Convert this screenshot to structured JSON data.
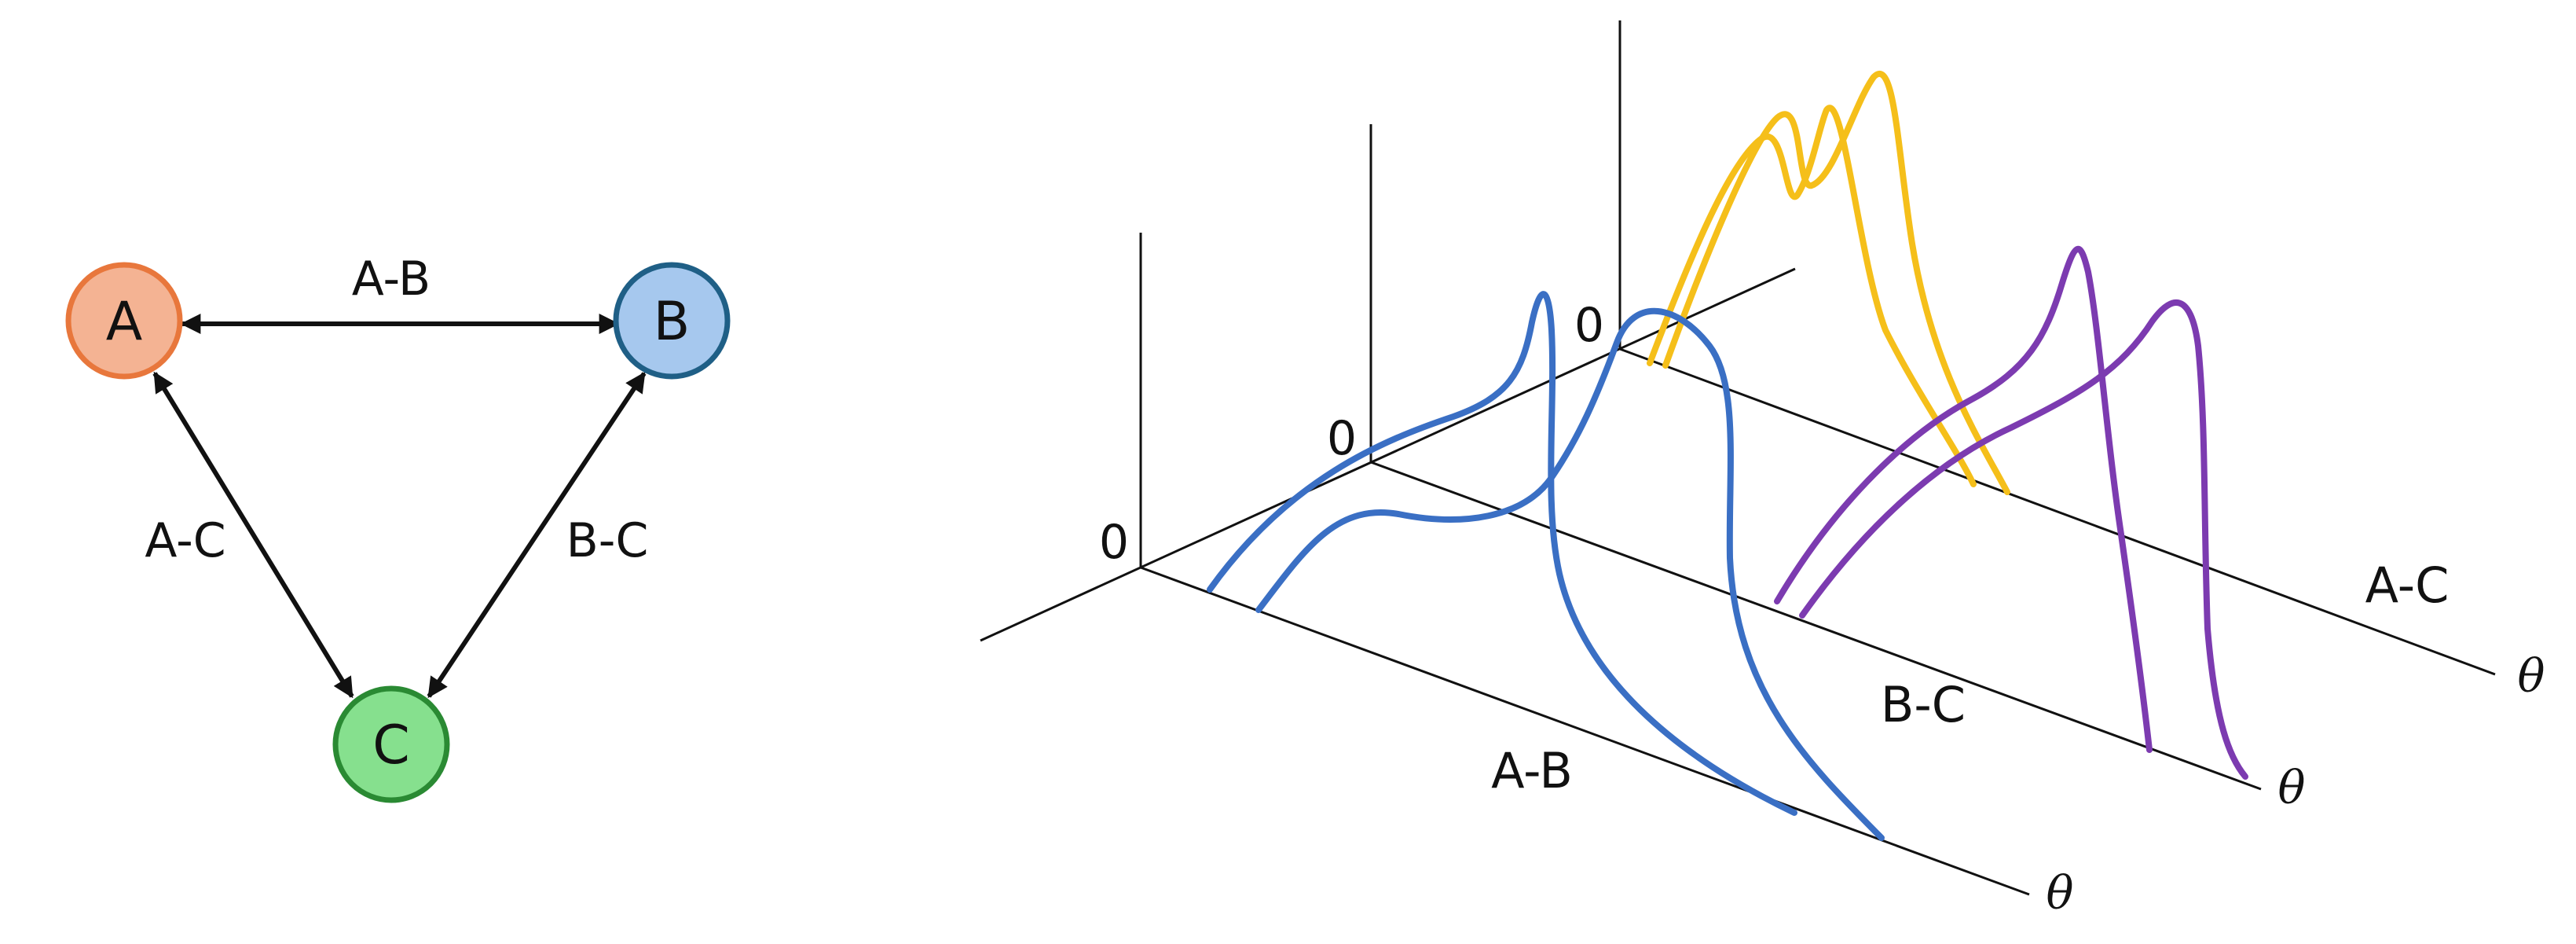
{
  "graph": {
    "nodes": [
      {
        "id": "A",
        "label": "A",
        "fill": "#f4b393",
        "stroke": "#e8773c"
      },
      {
        "id": "B",
        "label": "B",
        "fill": "#a6c8ee",
        "stroke": "#1f5f86"
      },
      {
        "id": "C",
        "label": "C",
        "fill": "#86e08e",
        "stroke": "#2a8a33"
      }
    ],
    "edges": [
      {
        "id": "A-B",
        "label": "A-B"
      },
      {
        "id": "A-C",
        "label": "A-C"
      },
      {
        "id": "B-C",
        "label": "B-C"
      }
    ]
  },
  "plot": {
    "zero_label": "0",
    "theta_label": "θ",
    "axes": [
      {
        "id": "A-B",
        "label": "A-B",
        "curve_color": "#3a6fc4"
      },
      {
        "id": "B-C",
        "label": "B-C",
        "curve_color": "#7c3bb0"
      },
      {
        "id": "A-C",
        "label": "A-C",
        "curve_color": "#f5bf1a"
      }
    ]
  }
}
